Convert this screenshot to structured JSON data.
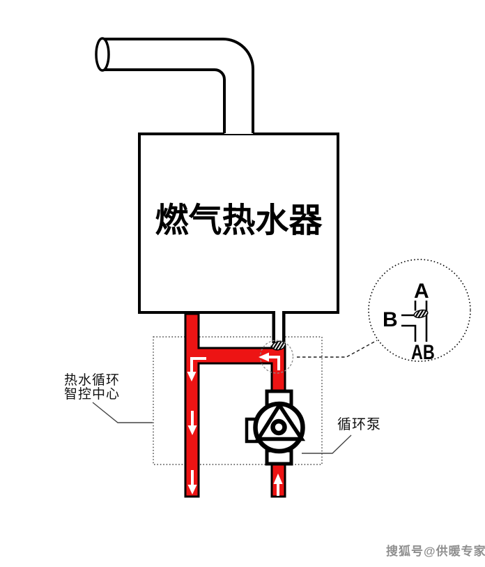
{
  "heater": {
    "label": "燃气热水器"
  },
  "control_center": {
    "label_line1": "热水循环",
    "label_line2": "智控中心"
  },
  "pump": {
    "label": "循环泵"
  },
  "valve_detail": {
    "port_a": "A",
    "port_b": "B",
    "port_ab": "AB"
  },
  "watermark": {
    "text": "搜狐号@供暖专家"
  },
  "colors": {
    "hot_pipe": "#ed1414",
    "line": "#000000",
    "leader": "#444444",
    "dash_circle": "#8a8a8a",
    "watermark": "#8f8f8f"
  }
}
